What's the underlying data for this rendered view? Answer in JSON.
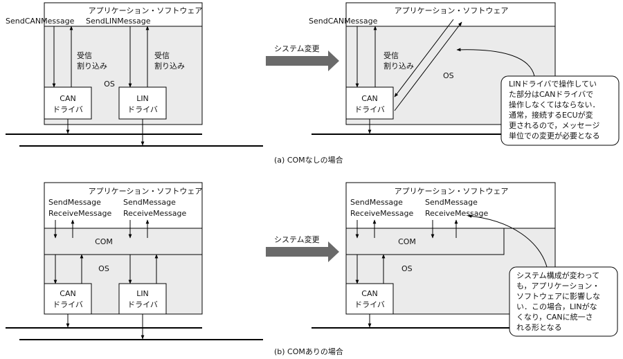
{
  "colors": {
    "os_fill": "#ebebeb",
    "arrow_fill": "#6a6a6a",
    "ink": "#000000",
    "box_fill": "#ffffff"
  },
  "section_a": {
    "caption": "(a) COMなしの場合",
    "arrow_label": "システム変更",
    "before": {
      "app_title": "アプリケーション・ソフトウェア",
      "send_can": "SendCANMessage",
      "send_lin": "SendLINMessage",
      "recv_left_1": "受信",
      "recv_left_2": "割り込み",
      "recv_right_1": "受信",
      "recv_right_2": "割り込み",
      "os_label": "OS",
      "can_1": "CAN",
      "can_2": "ドライバ",
      "lin_1": "LIN",
      "lin_2": "ドライバ"
    },
    "after": {
      "app_title": "アプリケーション・ソフトウェア",
      "send_can": "SendCANMessage",
      "recv_1": "受信",
      "recv_2": "割り込み",
      "os_label": "OS",
      "can_1": "CAN",
      "can_2": "ドライバ",
      "callout": [
        "LINドライバで操作してい",
        "た部分はCANドライバで",
        "操作しなくてはならない．",
        "通常，接続するECUが変",
        "更されるので，メッセージ",
        "単位での変更が必要となる"
      ]
    }
  },
  "section_b": {
    "caption": "(b) COMありの場合",
    "arrow_label": "システム変更",
    "before": {
      "app_title": "アプリケーション・ソフトウェア",
      "send_1": "SendMessage",
      "recv_1": "ReceiveMessage",
      "send_2": "SendMessage",
      "recv_2": "ReceiveMessage",
      "com_label": "COM",
      "os_label": "OS",
      "can_1": "CAN",
      "can_2": "ドライバ",
      "lin_1": "LIN",
      "lin_2": "ドライバ"
    },
    "after": {
      "app_title": "アプリケーション・ソフトウェア",
      "send_1": "SendMessage",
      "recv_1": "ReceiveMessage",
      "send_2": "SendMessage",
      "recv_2": "ReceiveMessage",
      "com_label": "COM",
      "os_label": "OS",
      "can_1": "CAN",
      "can_2": "ドライバ",
      "callout": [
        "システム構成が変わって",
        "も，アプリケーション・",
        "ソフトウェアに影響しな",
        "い．この場合，LINがな",
        "くなり，CANに統一さ",
        "れる形となる"
      ]
    }
  }
}
